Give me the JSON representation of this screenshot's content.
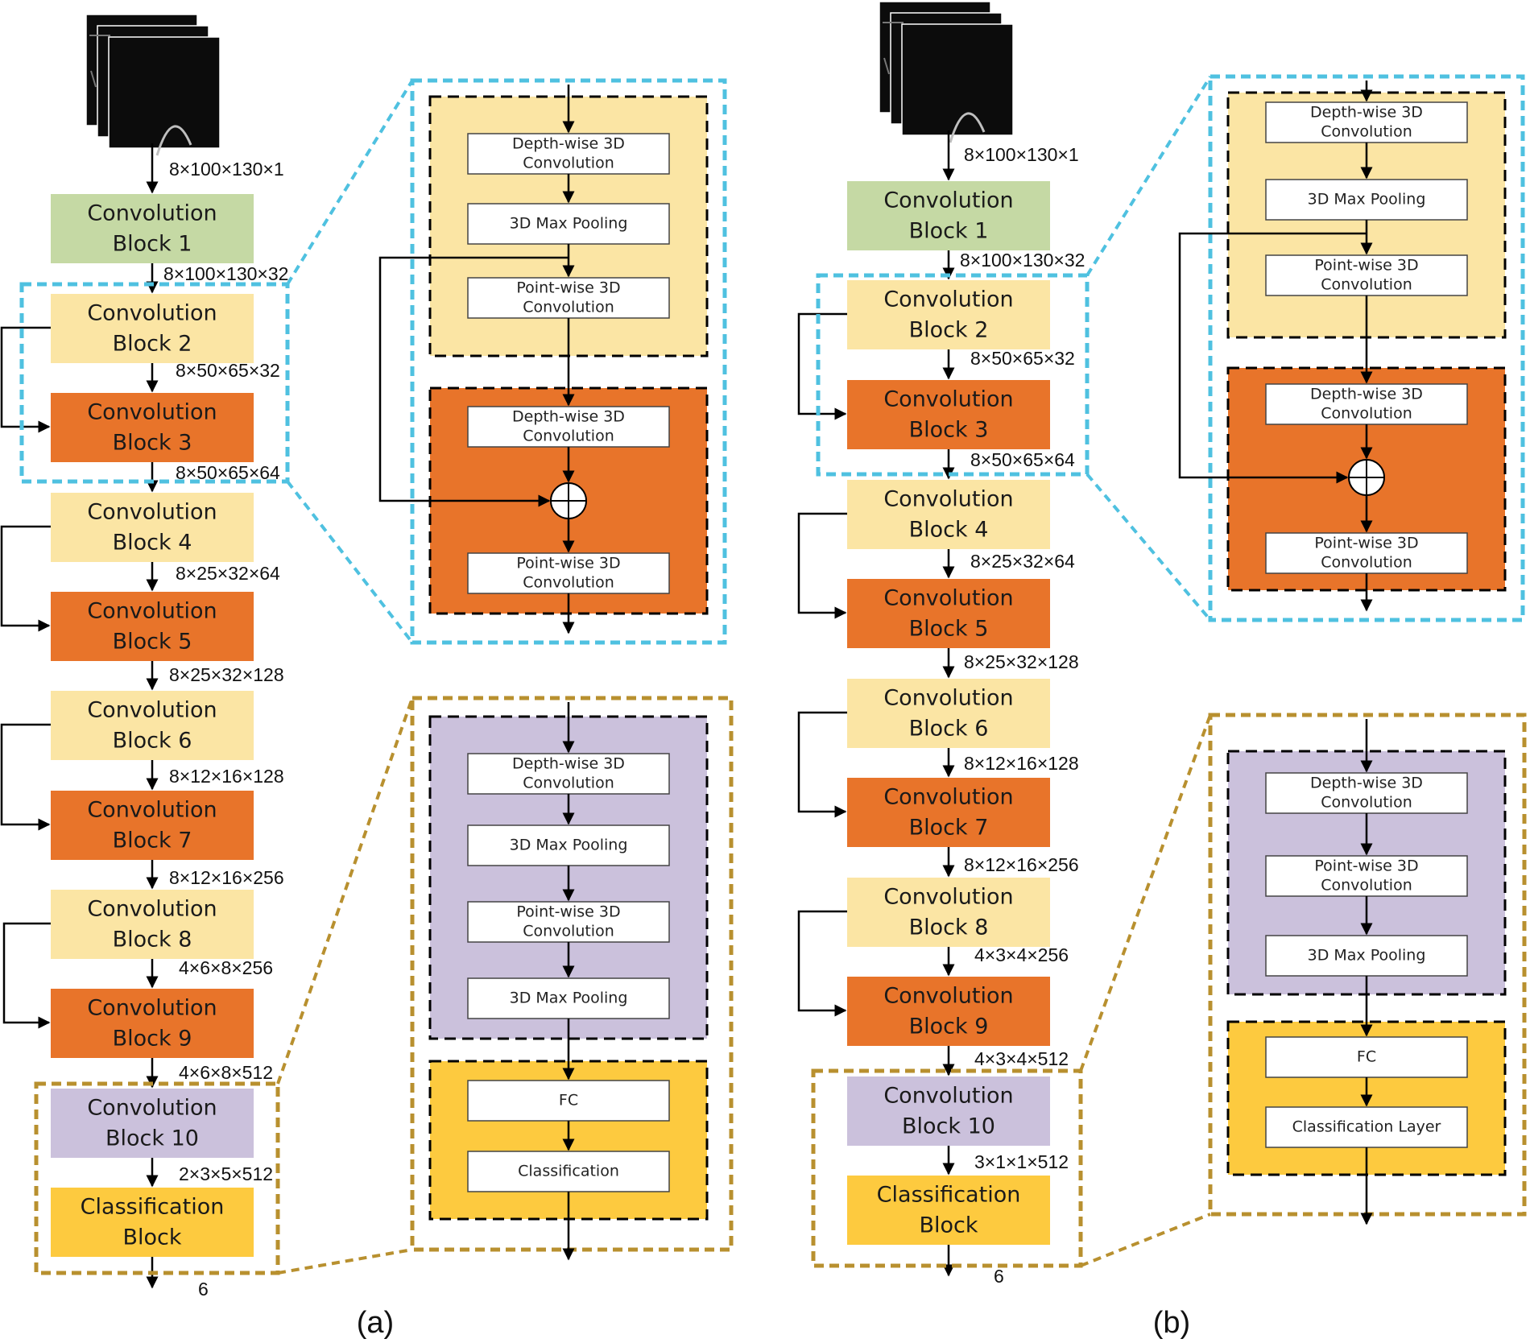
{
  "colors": {
    "green": "#c5d9a4",
    "yellow": "#fbe5a4",
    "orange": "#e8742a",
    "purple": "#cbc1dc",
    "gold": "#fdca3f",
    "cyan": "#4fc1e0",
    "brown": "#b8902f",
    "input_icon": "input-image-stack"
  },
  "panel_a": {
    "caption": "(a)",
    "blocks": [
      {
        "line1": "Convolution",
        "line2": "Block 1"
      },
      {
        "line1": "Convolution",
        "line2": "Block 2"
      },
      {
        "line1": "Convolution",
        "line2": "Block 3"
      },
      {
        "line1": "Convolution",
        "line2": "Block 4"
      },
      {
        "line1": "Convolution",
        "line2": "Block 5"
      },
      {
        "line1": "Convolution",
        "line2": "Block 6"
      },
      {
        "line1": "Convolution",
        "line2": "Block 7"
      },
      {
        "line1": "Convolution",
        "line2": "Block 8"
      },
      {
        "line1": "Convolution",
        "line2": "Block 9"
      },
      {
        "line1": "Convolution",
        "line2": "Block 10"
      },
      {
        "line1": "Classification",
        "line2": "Block"
      }
    ],
    "dims": [
      "8×100×130×1",
      "8×100×130×32",
      "8×50×65×32",
      "8×50×65×64",
      "8×25×32×64",
      "8×25×32×128",
      "8×12×16×128",
      "8×12×16×256",
      "4×6×8×256",
      "4×6×8×512",
      "2×3×5×512",
      "6"
    ],
    "residual_detail": {
      "yellow_box": [
        [
          "Depth-wise 3D",
          "Convolution"
        ],
        [
          "3D Max Pooling"
        ],
        [
          "Point-wise 3D",
          "Convolution"
        ]
      ],
      "orange_box": [
        [
          "Depth-wise 3D",
          "Convolution"
        ],
        [
          "Point-wise 3D",
          "Convolution"
        ]
      ]
    },
    "head_detail": {
      "purple_box": [
        [
          "Depth-wise 3D",
          "Convolution"
        ],
        [
          "3D Max Pooling"
        ],
        [
          "Point-wise 3D",
          "Convolution"
        ],
        [
          "3D Max Pooling"
        ]
      ],
      "gold_box": [
        [
          "FC"
        ],
        [
          "Classification"
        ]
      ]
    }
  },
  "panel_b": {
    "caption": "(b)",
    "blocks": [
      {
        "line1": "Convolution",
        "line2": "Block 1"
      },
      {
        "line1": "Convolution",
        "line2": "Block 2"
      },
      {
        "line1": "Convolution",
        "line2": "Block 3"
      },
      {
        "line1": "Convolution",
        "line2": "Block 4"
      },
      {
        "line1": "Convolution",
        "line2": "Block 5"
      },
      {
        "line1": "Convolution",
        "line2": "Block 6"
      },
      {
        "line1": "Convolution",
        "line2": "Block 7"
      },
      {
        "line1": "Convolution",
        "line2": "Block 8"
      },
      {
        "line1": "Convolution",
        "line2": "Block 9"
      },
      {
        "line1": "Convolution",
        "line2": "Block 10"
      },
      {
        "line1": "Classification",
        "line2": "Block"
      }
    ],
    "dims": [
      "8×100×130×1",
      "8×100×130×32",
      "8×50×65×32",
      "8×50×65×64",
      "8×25×32×64",
      "8×25×32×128",
      "8×12×16×128",
      "8×12×16×256",
      "4×3×4×256",
      "4×3×4×512",
      "3×1×1×512",
      "6"
    ],
    "residual_detail": {
      "yellow_box": [
        [
          "Depth-wise 3D",
          "Convolution"
        ],
        [
          "3D Max Pooling"
        ],
        [
          "Point-wise 3D",
          "Convolution"
        ]
      ],
      "orange_box": [
        [
          "Depth-wise 3D",
          "Convolution"
        ],
        [
          "Point-wise 3D",
          "Convolution"
        ]
      ]
    },
    "head_detail": {
      "purple_box": [
        [
          "Depth-wise 3D",
          "Convolution"
        ],
        [
          "Point-wise 3D",
          "Convolution"
        ],
        [
          "3D Max Pooling"
        ]
      ],
      "gold_box": [
        [
          "FC"
        ],
        [
          "Classification Layer"
        ]
      ]
    }
  }
}
